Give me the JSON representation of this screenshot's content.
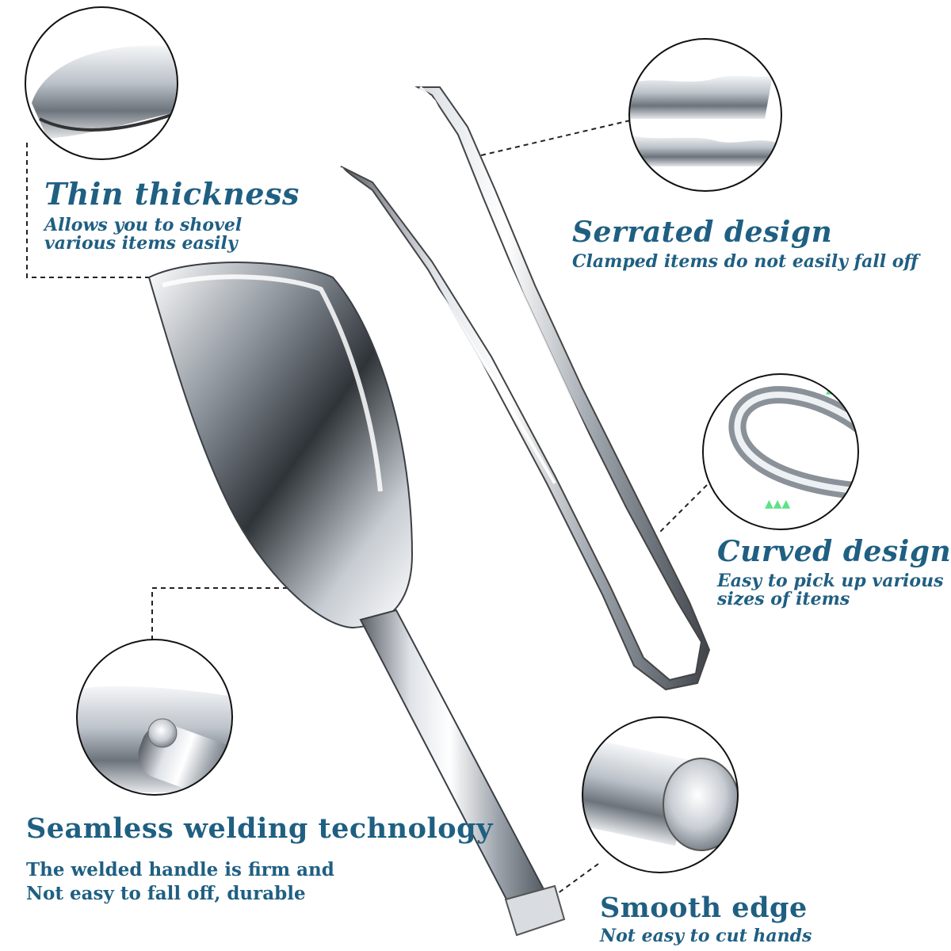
{
  "features": {
    "thin_thickness": {
      "title": "Thin thickness",
      "line1": "Allows you to shovel",
      "line2": "various items easily",
      "detail_icon": "scoop-edge-closeup"
    },
    "serrated_design": {
      "title": "Serrated design",
      "line1": "Clamped items do not easily fall off",
      "detail_icon": "serrated-tips-closeup"
    },
    "curved_design": {
      "title": "Curved design",
      "line1": "Easy to pick up various",
      "line2": "sizes of items",
      "detail_icon": "curved-bend-closeup"
    },
    "seamless_welding": {
      "title": "Seamless welding technology",
      "line1": "The welded handle is firm and",
      "line2": "Not easy to fall off, durable",
      "detail_icon": "weld-joint-closeup"
    },
    "smooth_edge": {
      "title": "Smooth edge",
      "line1": "Not easy to cut hands",
      "detail_icon": "handle-end-closeup"
    }
  },
  "colors": {
    "text": "#1f5f82",
    "arrow_accent": "#5fe08a",
    "dashed_line": "#222222"
  }
}
